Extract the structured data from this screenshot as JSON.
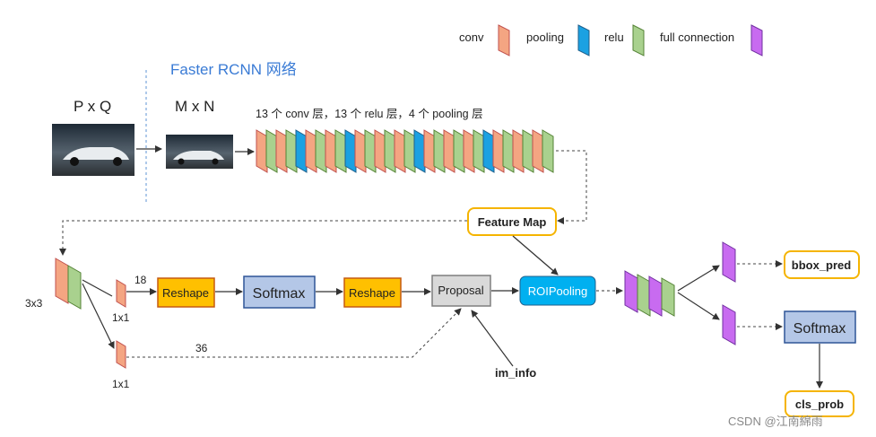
{
  "legend": [
    {
      "label": "conv",
      "color": "#F4A582"
    },
    {
      "label": "pooling",
      "color": "#1BA1E2"
    },
    {
      "label": "relu",
      "color": "#A9D18E"
    },
    {
      "label": "full connection",
      "color": "#C86BF0"
    }
  ],
  "title": "Faster RCNN 网络",
  "input": {
    "label_pq": "P x Q",
    "label_mn": "M x N"
  },
  "backbone": {
    "caption": "13 个 conv 层，13 个 relu 层，4 个 pooling 层",
    "layers": [
      "conv",
      "relu",
      "conv",
      "relu",
      "pool",
      "conv",
      "relu",
      "conv",
      "relu",
      "pool",
      "conv",
      "relu",
      "conv",
      "relu",
      "conv",
      "relu",
      "pool",
      "conv",
      "relu",
      "conv",
      "relu",
      "conv",
      "relu",
      "pool",
      "conv",
      "relu",
      "conv",
      "relu",
      "conv",
      "relu"
    ]
  },
  "feature_map": "Feature Map",
  "rpn": {
    "conv3x3": "3x3",
    "conv1x1_top": "1x1",
    "conv1x1_bottom": "1x1",
    "ch_top": "18",
    "ch_bottom": "36",
    "reshape1": "Reshape",
    "softmax": "Softmax",
    "reshape2": "Reshape",
    "proposal": "Proposal",
    "im_info": "im_info"
  },
  "roi_pooling": "ROIPooling",
  "head": {
    "bbox_pred": "bbox_pred",
    "softmax": "Softmax",
    "cls_prob": "cls_prob"
  },
  "watermark": "CSDN @江南綿雨",
  "colors": {
    "conv": "#F4A582",
    "relu": "#A9D18E",
    "pool": "#1BA1E2",
    "fc": "#C86BF0",
    "reshape": "#FFC000",
    "softmax": "#B4C7E7",
    "proposal": "#D9D9D9",
    "roi": "#00B0F0",
    "yellow_border": "#F5B400"
  }
}
